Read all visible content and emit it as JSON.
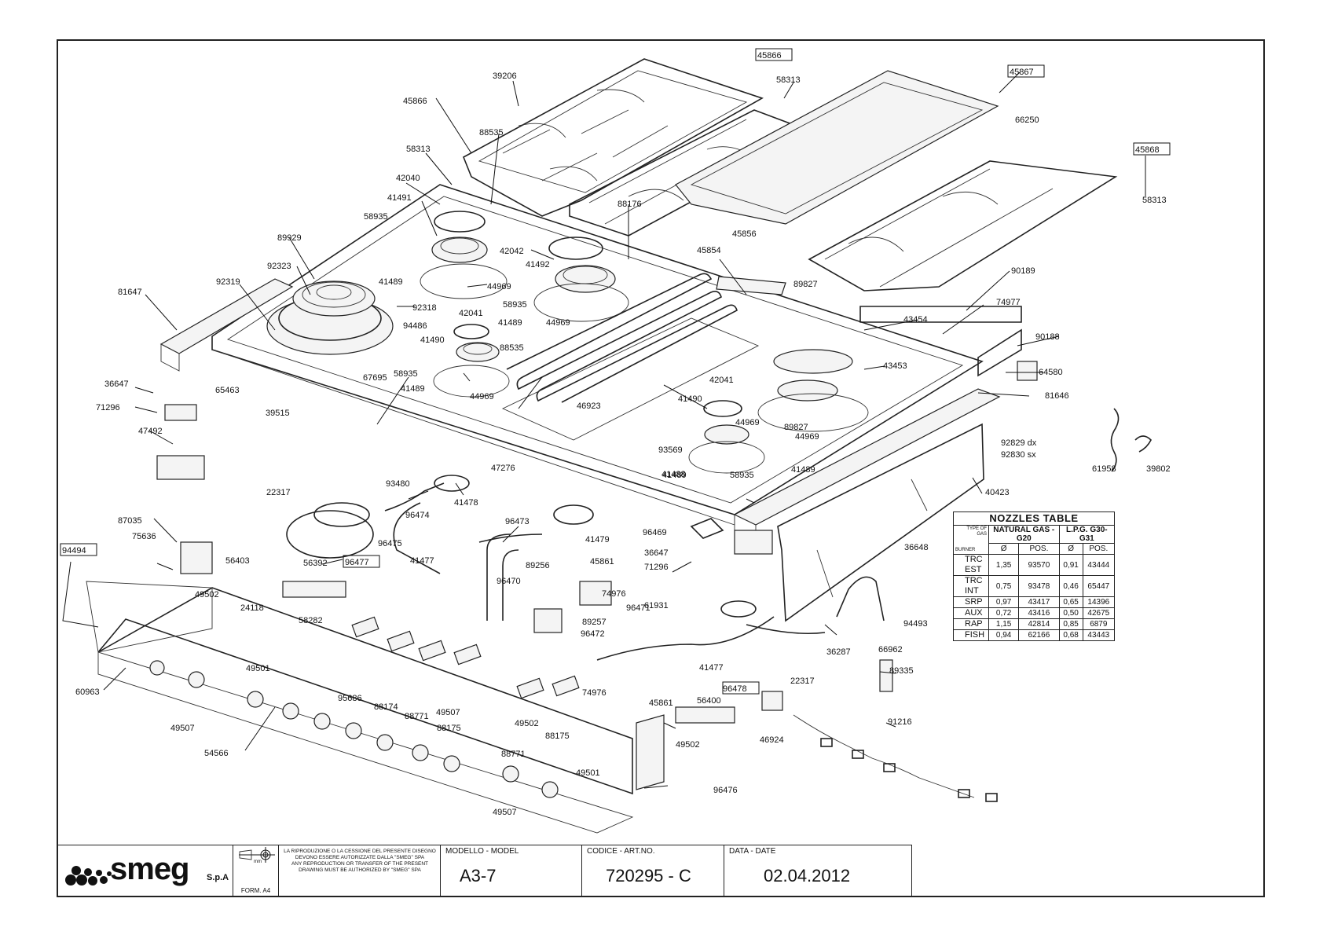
{
  "document": {
    "brand": {
      "name": "smeg",
      "suffix": "S.p.A"
    },
    "form_label": "FORM. A4",
    "notice_text": "LA RIPRODUZIONE O LA CESSIONE DEL PRESENTE DISEGNO DEVONO ESSERE AUTORIZZATE DALLA \"SMEG\" SPA\nANY REPRODUCTION OR TRANSFER OF THE PRESENT DRAWING MUST BE AUTHORIZED BY \"SMEG\" SPA",
    "model_caption": "MODELLO - MODEL",
    "model_value": "A3-7",
    "code_caption": "CODICE - ART.NO.",
    "code_value": "720295 - C",
    "date_caption": "DATA - DATE",
    "date_value": "02.04.2012",
    "unit_symbol": "mm"
  },
  "nozzles_table": {
    "title": "NOZZLES TABLE",
    "type_of_gas_label": "TYPE OF GAS",
    "burner_label": "BURNER",
    "natural_gas_label": "NATURAL GAS - G20",
    "lpg_label": "L.P.G. G30-G31",
    "diameter_symbol": "Ø",
    "pos_label": "POS.",
    "rows": [
      {
        "burner": "TRC EST",
        "ng_diameter": "1,35",
        "ng_pos": "93570",
        "lpg_diameter": "0,91",
        "lpg_pos": "43444"
      },
      {
        "burner": "TRC INT",
        "ng_diameter": "0,75",
        "ng_pos": "93478",
        "lpg_diameter": "0,46",
        "lpg_pos": "65447"
      },
      {
        "burner": "SRP",
        "ng_diameter": "0,97",
        "ng_pos": "43417",
        "lpg_diameter": "0,65",
        "lpg_pos": "14396"
      },
      {
        "burner": "AUX",
        "ng_diameter": "0,72",
        "ng_pos": "43416",
        "lpg_diameter": "0,50",
        "lpg_pos": "42675"
      },
      {
        "burner": "RAP",
        "ng_diameter": "1,15",
        "ng_pos": "42814",
        "lpg_diameter": "0,85",
        "lpg_pos": "6879"
      },
      {
        "burner": "FISH",
        "ng_diameter": "0,94",
        "ng_pos": "62166",
        "lpg_diameter": "0,68",
        "lpg_pos": "43443"
      }
    ]
  },
  "part_labels": [
    "45866",
    "58313",
    "45867",
    "66250",
    "39206",
    "45866",
    "88535",
    "58313",
    "42040",
    "88176",
    "45868",
    "58313",
    "41491",
    "58935",
    "45856",
    "45854",
    "89929",
    "42042",
    "41492",
    "92323",
    "92319",
    "41489",
    "44969",
    "89827",
    "90189",
    "81647",
    "92318",
    "58935",
    "94486",
    "42041",
    "41489",
    "44969",
    "74977",
    "43454",
    "41490",
    "88535",
    "90188",
    "36647",
    "58935",
    "42041",
    "43453",
    "64580",
    "41489",
    "44969",
    "65463",
    "67695",
    "46923",
    "71296",
    "39515",
    "41490",
    "41489",
    "44969",
    "81646",
    "47492",
    "89827",
    "92829 dx",
    "92830 sx",
    "61958",
    "39802",
    "93569",
    "41488",
    "58935",
    "41489",
    "44969",
    "47276",
    "22317",
    "93480",
    "41478",
    "40423",
    "96474",
    "87035",
    "96473",
    "41479",
    "96469",
    "36647",
    "36648",
    "94494",
    "75636",
    "56403",
    "56392",
    "96477",
    "96475",
    "41477",
    "89256",
    "45861",
    "71296",
    "49502",
    "96470",
    "74976",
    "24118",
    "58282",
    "89257",
    "96472",
    "96471",
    "61931",
    "94493",
    "36287",
    "66962",
    "41477",
    "49501",
    "60963",
    "95686",
    "88174",
    "88771",
    "49507",
    "88175",
    "74976",
    "56400",
    "96478",
    "22317",
    "89335",
    "45861",
    "49502",
    "88175",
    "49507",
    "54566",
    "46924",
    "91216",
    "49502",
    "88771",
    "49501",
    "96476",
    "49507"
  ],
  "highlight_boxes": [
    "45866",
    "45867",
    "45868",
    "94494",
    "96477",
    "96478"
  ]
}
